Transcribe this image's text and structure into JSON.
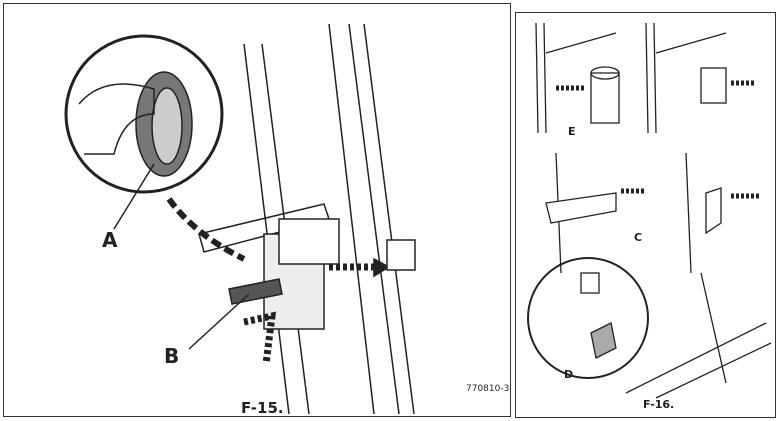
{
  "figure_15": {
    "labels": {
      "a": "A",
      "b": "B"
    },
    "code": "770810-3",
    "caption": "F-15."
  },
  "figure_16": {
    "labels": {
      "e": "E",
      "c": "C",
      "d": "D"
    },
    "caption": "F-16."
  }
}
